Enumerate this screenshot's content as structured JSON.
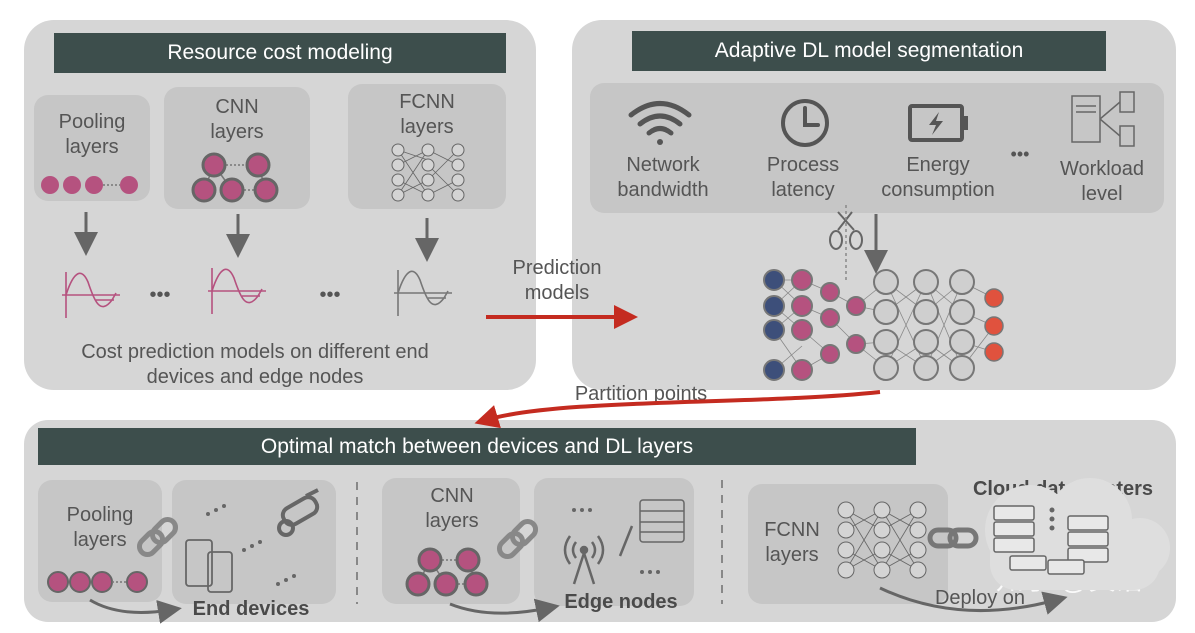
{
  "top_left": {
    "title": "Resource cost modeling",
    "pooling": [
      "Pooling",
      "layers"
    ],
    "cnn": [
      "CNN",
      "layers"
    ],
    "fcnn": [
      "FCNN",
      "layers"
    ],
    "dots": "•••",
    "caption": [
      "Cost prediction models on different end",
      "devices and edge nodes"
    ]
  },
  "top_right": {
    "title": "Adaptive DL model segmentation",
    "factors": [
      {
        "line1": "Network",
        "line2": "bandwidth",
        "icon": "wifi-icon"
      },
      {
        "line1": "Process",
        "line2": "latency",
        "icon": "clock-icon"
      },
      {
        "line1": "Energy",
        "line2": "consumption",
        "icon": "battery-icon"
      },
      {
        "line1": "Workload",
        "line2": "level",
        "icon": "server-icon"
      }
    ],
    "dots": "•••"
  },
  "arrows": {
    "prediction": [
      "Prediction",
      "models"
    ],
    "partition": "Partition points"
  },
  "bottom": {
    "title": "Optimal match between devices and DL layers",
    "pooling": [
      "Pooling",
      "layers"
    ],
    "end_devices": "End devices",
    "cnn": [
      "CNN",
      "layers"
    ],
    "edge_nodes": "Edge nodes",
    "fcnn": [
      "FCNN",
      "layers"
    ],
    "cloud": "Cloud data centers",
    "deploy": "Deploy on",
    "watermark": "知乎 @黄浴"
  },
  "colors": {
    "panel": "#d6d6d6",
    "box": "#c6c6c6",
    "header": "#3d4e4c",
    "magenta": "#b5527f",
    "blue": "#3d4f7a",
    "red": "#e0523e",
    "arrow_red": "#c42b20"
  }
}
